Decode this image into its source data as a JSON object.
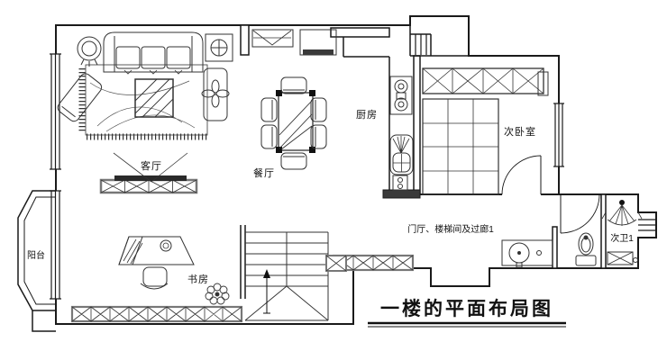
{
  "title": {
    "text": "一楼的平面布局图"
  },
  "labels": {
    "living": "客厅",
    "dining": "餐厅",
    "kitchen": "厨房",
    "bedroom": "次卧室",
    "bath": "次卫1",
    "hall": "门厅、楼梯间及过廊1",
    "study": "书房",
    "balcony": "阳台"
  },
  "colors": {
    "line": "#1a1a1a",
    "furniture_line": "#333333",
    "background": "#ffffff",
    "dark_fill": "#3a3a3a"
  }
}
